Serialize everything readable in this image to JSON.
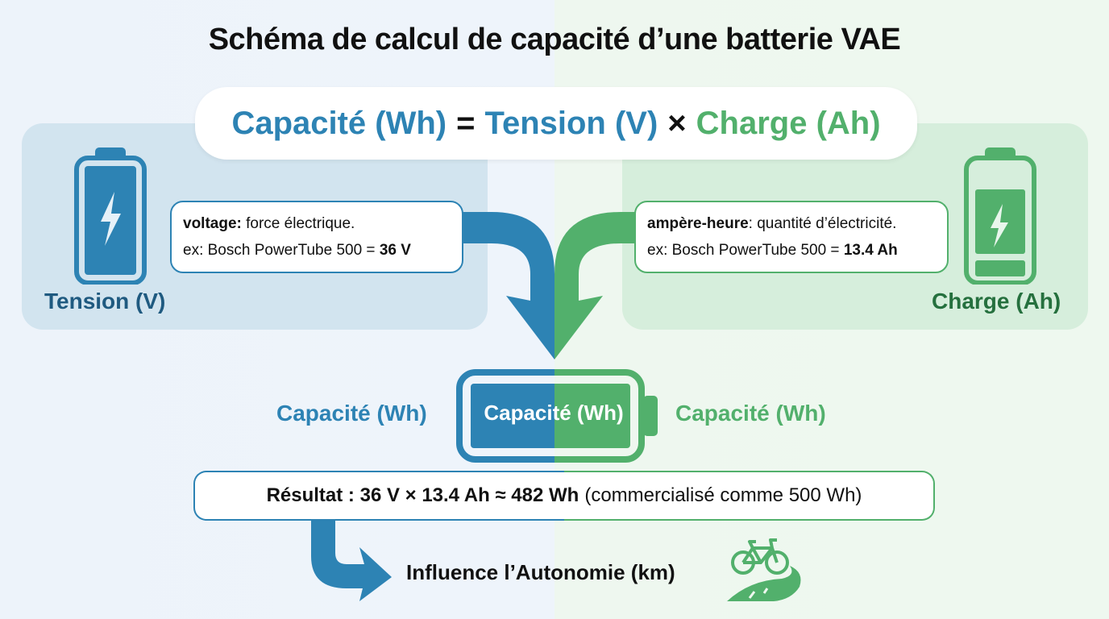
{
  "title": "Schéma de calcul de capacité d’une batterie VAE",
  "formula": {
    "capacity": "Capacité (Wh)",
    "equals": "=",
    "tension": "Tension (V)",
    "times": "×",
    "charge": "Charge (Ah)"
  },
  "left_panel": {
    "label": "Tension (V)",
    "icon": "battery-full-lightning-icon",
    "callout": {
      "term": "voltage:",
      "definition": " force électrique.",
      "example_prefix": "ex: Bosch PowerTube 500 = ",
      "example_value": "36 V"
    }
  },
  "right_panel": {
    "label": "Charge (Ah)",
    "icon": "battery-charge-lightning-icon",
    "callout": {
      "term": "ampère-heure",
      "definition": ": quantité d’électricité.",
      "example_prefix": "ex: Bosch PowerTube 500 = ",
      "example_value": "13.4 Ah"
    }
  },
  "capacity_row": {
    "left_label": "Capacité (Wh)",
    "center_label": "Capacité (Wh)",
    "right_label": "Capacité (Wh)"
  },
  "result": {
    "bold": "Résultat : 36 V × 13.4 Ah ≈ 482 Wh",
    "note": "(commercialisé comme 500 Wh)"
  },
  "outcome": {
    "label": "Influence l’Autonomie (km)",
    "icon": "bicycle-road-icon"
  },
  "colors": {
    "blue": "#2d83b4",
    "green": "#52b06c",
    "dark_blue": "#1f5a80",
    "dark_green": "#25703e"
  }
}
